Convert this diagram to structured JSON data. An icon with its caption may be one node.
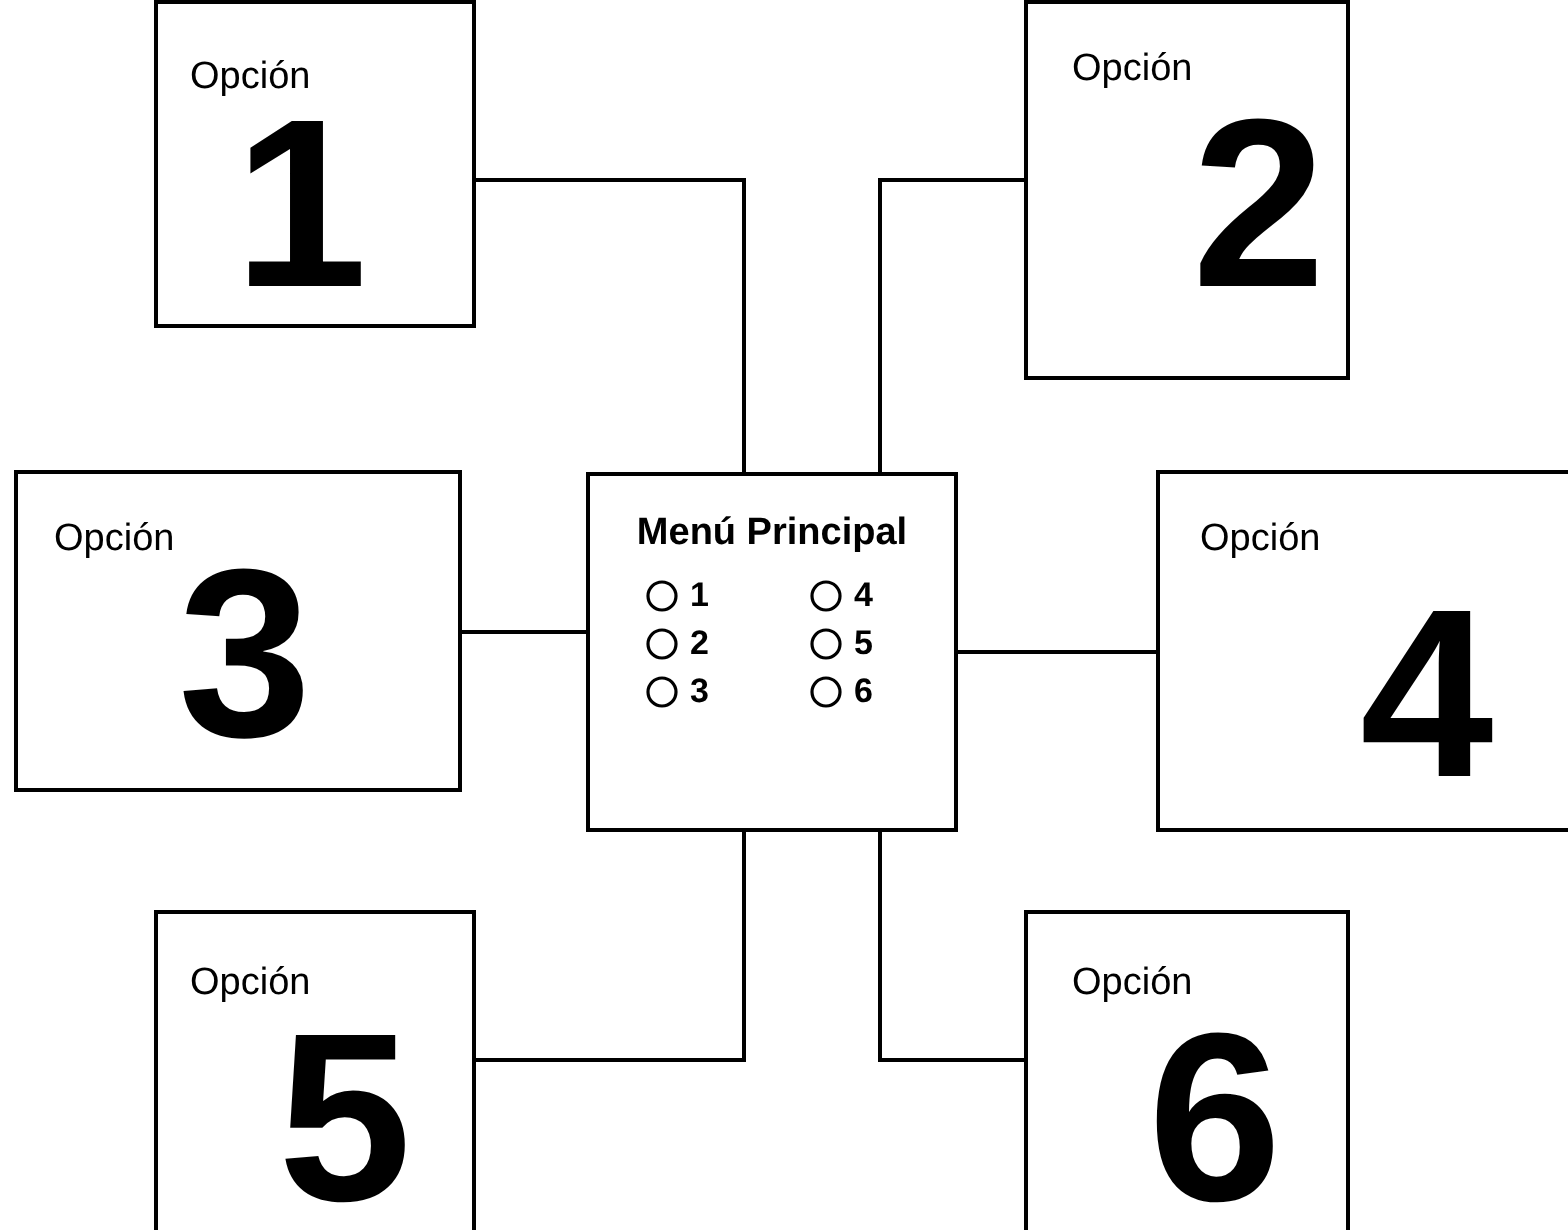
{
  "diagram": {
    "nodes": [
      {
        "text": [
          "Opción",
          "1"
        ]
      },
      {
        "text": [
          "Opción",
          "2"
        ]
      },
      {
        "text": [
          "Opción",
          "3"
        ]
      },
      {
        "text": [
          "Menú Principal",
          "1",
          "4",
          "2",
          "5",
          "3",
          "6"
        ]
      },
      {
        "text": [
          "Opción",
          "4"
        ]
      },
      {
        "text": [
          "Opción",
          "5"
        ]
      },
      {
        "text": [
          "Opción",
          "6"
        ]
      }
    ],
    "edges": [
      {
        "from": 3,
        "to": 0,
        "arrow": "none"
      },
      {
        "from": 3,
        "to": 1,
        "arrow": "none"
      },
      {
        "from": 3,
        "to": 2,
        "arrow": "none"
      },
      {
        "from": 3,
        "to": 4,
        "arrow": "none"
      },
      {
        "from": 3,
        "to": 5,
        "arrow": "none"
      },
      {
        "from": 3,
        "to": 6,
        "arrow": "none"
      }
    ]
  }
}
